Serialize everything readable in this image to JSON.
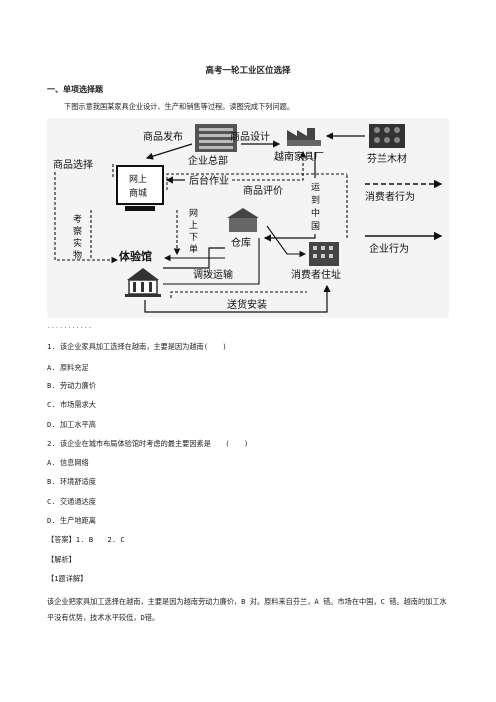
{
  "doc": {
    "title": "高考一轮工业区位选择",
    "section": "一、单项选择题",
    "intro": "下图示意我国某家具企业设计、生产和销售等过程。读图完成下列问题。",
    "dots": "...........",
    "q1": "1. 该企业家具加工选择在越南，主要是因为越南(　　)",
    "q1_options": [
      "A. 原料充足",
      "B. 劳动力廉价",
      "C. 市场需求大",
      "D. 加工水平高"
    ],
    "q2": "2. 该企业在城市布局体验馆时考虑的最主要因素是　　(　　)",
    "q2_options": [
      "A. 信息网络",
      "B. 环境舒适度",
      "C. 交通通达度",
      "D. 生产地距离"
    ],
    "answer": "【答案】1. B　　2. C",
    "jiexi": "【解析】",
    "xiangjie": "【1题详解】",
    "explanation": "该企业把家具加工选择在越南，主要是因为越南劳动力廉价，B 对。原料来自芬兰，A 错。市场在中国，C 错。越南的加工水平没有优势，技术水平较低，D错。"
  },
  "figure": {
    "labels": {
      "product_release": "商品发布",
      "product_design": "商品设计",
      "hq": "企业总部",
      "vietnam": "越南家具厂",
      "finland": "芬兰木材",
      "product_select": "商品选择",
      "online_mall": "网上商城",
      "backend": "后台作业",
      "product_review": "商品评价",
      "ship_to_china": "运到中国",
      "consumer_behavior": "消费者行为",
      "inspect": "考察实物",
      "online_order": "网上下单",
      "warehouse": "仓库",
      "enterprise_behavior": "企业行为",
      "experience_hall": "体验馆",
      "dispatch": "调拨运输",
      "consumer_home": "消费者住址",
      "delivery": "送货安装"
    }
  }
}
